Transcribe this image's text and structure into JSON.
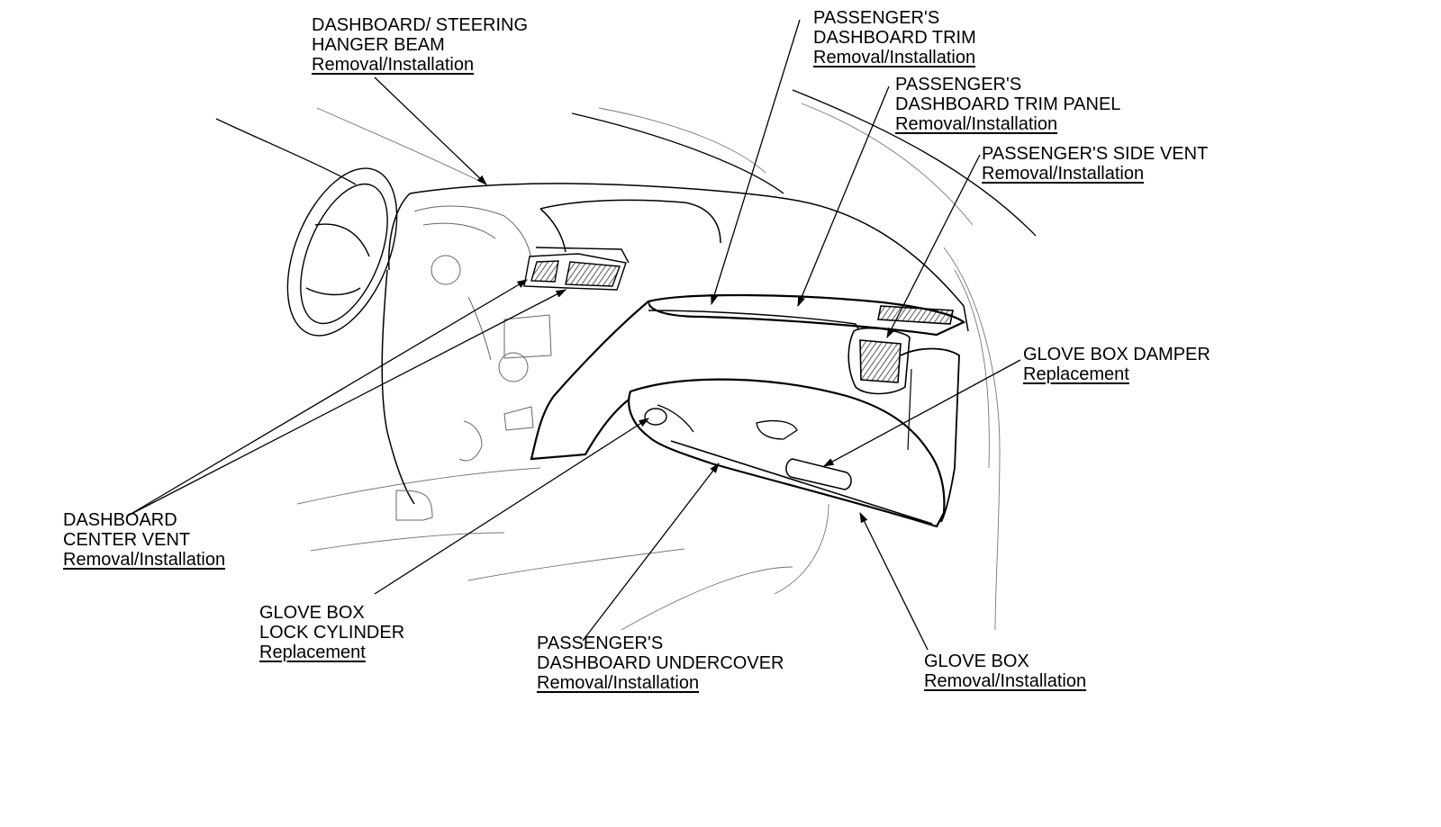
{
  "diagram": {
    "callouts": [
      {
        "id": "hanger-beam",
        "lines": [
          "DASHBOARD/ STEERING",
          "HANGER BEAM"
        ],
        "link": "Removal/Installation"
      },
      {
        "id": "trim",
        "lines": [
          "PASSENGER'S",
          "DASHBOARD TRIM"
        ],
        "link": "Removal/Installation"
      },
      {
        "id": "trim-panel",
        "lines": [
          "PASSENGER'S",
          "DASHBOARD TRIM PANEL"
        ],
        "link": "Removal/Installation"
      },
      {
        "id": "side-vent",
        "lines": [
          "PASSENGER'S SIDE VENT"
        ],
        "link": "Removal/Installation"
      },
      {
        "id": "glove-box-damper",
        "lines": [
          "GLOVE BOX DAMPER"
        ],
        "link": "Replacement"
      },
      {
        "id": "center-vent",
        "lines": [
          "DASHBOARD",
          "CENTER VENT"
        ],
        "link": "Removal/Installation"
      },
      {
        "id": "lock-cylinder",
        "lines": [
          "GLOVE BOX",
          "LOCK CYLINDER"
        ],
        "link": "Replacement"
      },
      {
        "id": "undercover",
        "lines": [
          "PASSENGER'S",
          "DASHBOARD UNDERCOVER"
        ],
        "link": "Removal/Installation"
      },
      {
        "id": "glove-box",
        "lines": [
          "GLOVE BOX"
        ],
        "link": "Removal/Installation"
      }
    ]
  },
  "colors": {
    "ink": "#000000",
    "thin_line": "#555555",
    "background": "#ffffff"
  }
}
